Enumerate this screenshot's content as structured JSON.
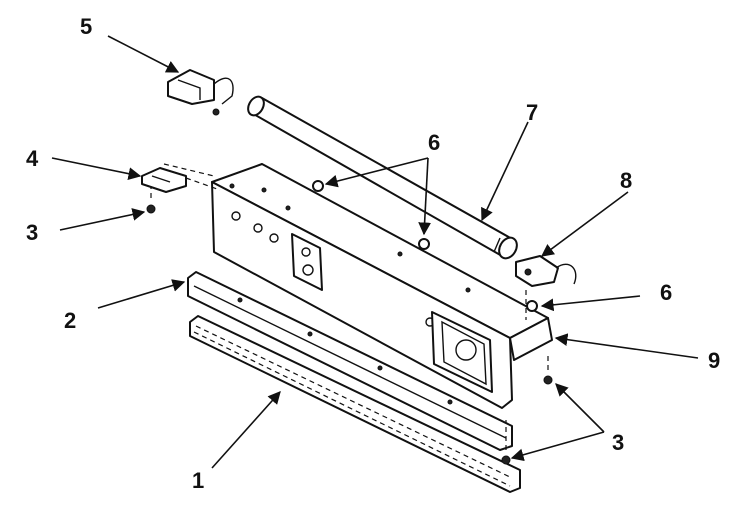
{
  "callouts": [
    {
      "id": "1",
      "text": "1"
    },
    {
      "id": "2",
      "text": "2"
    },
    {
      "id": "3a",
      "text": "3"
    },
    {
      "id": "3b",
      "text": "3"
    },
    {
      "id": "4",
      "text": "4"
    },
    {
      "id": "5",
      "text": "5"
    },
    {
      "id": "6a",
      "text": "6"
    },
    {
      "id": "6b",
      "text": "6"
    },
    {
      "id": "7",
      "text": "7"
    },
    {
      "id": "8",
      "text": "8"
    },
    {
      "id": "9",
      "text": "9"
    }
  ],
  "colors": {
    "ink": "#111111",
    "background": "#ffffff"
  }
}
